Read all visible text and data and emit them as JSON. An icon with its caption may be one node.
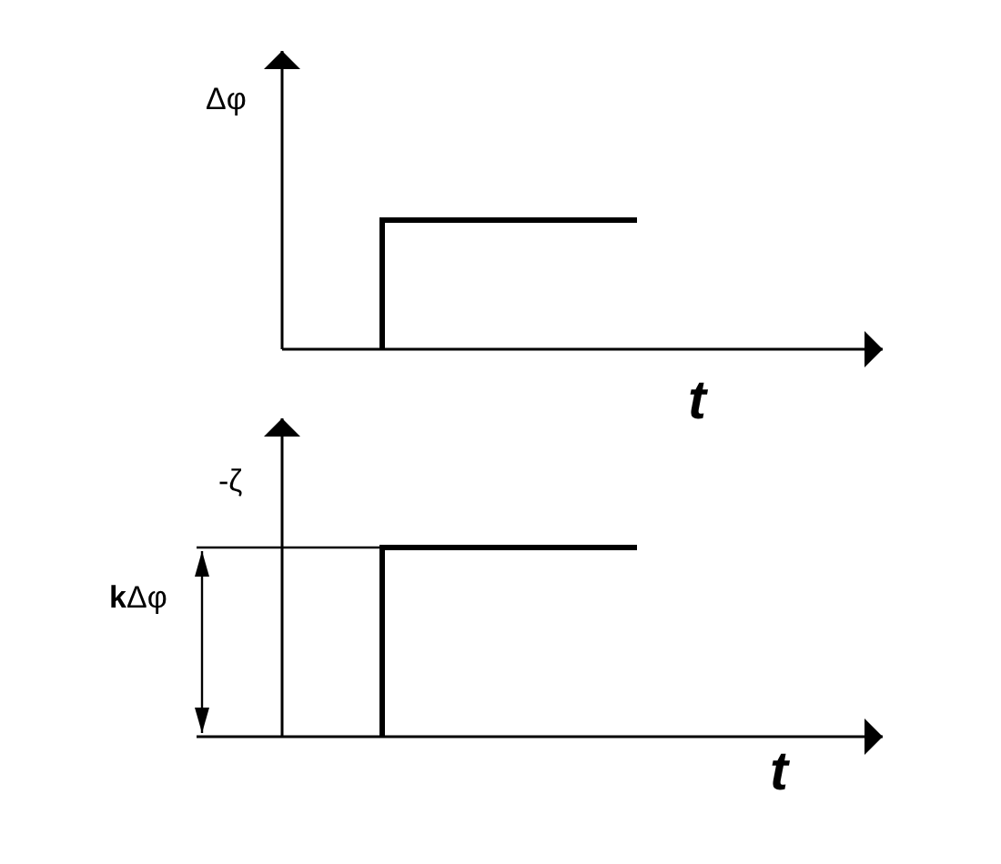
{
  "diagram": {
    "labels": [
      "Δφ",
      "t",
      "-ζ",
      "**k**Δφ",
      "t"
    ]
  }
}
